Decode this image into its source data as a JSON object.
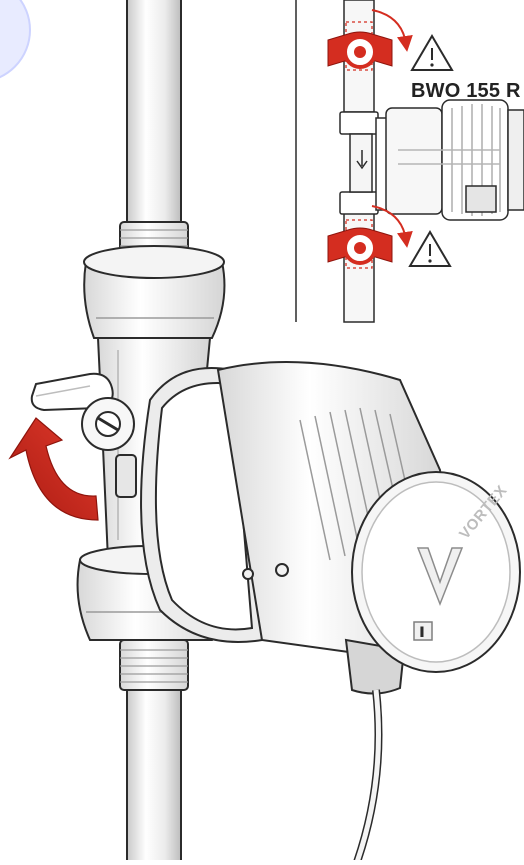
{
  "figure": {
    "model_label": "BWO 155 R",
    "brand_text": "VORTEX"
  },
  "inset": {
    "valves": [
      {
        "position": "upper",
        "rotation_arrow": "clockwise",
        "warning_icon": "warning-triangle-icon"
      },
      {
        "position": "lower",
        "rotation_arrow": "clockwise",
        "warning_icon": "warning-triangle-icon"
      }
    ],
    "flow_direction": "down"
  },
  "colors": {
    "accent_red": "#d42d20",
    "outline": "#2b2b2b",
    "body_fill": "#f7f7f7",
    "shade": "#d9d9d9",
    "badge_blue": "#e8ebff"
  }
}
